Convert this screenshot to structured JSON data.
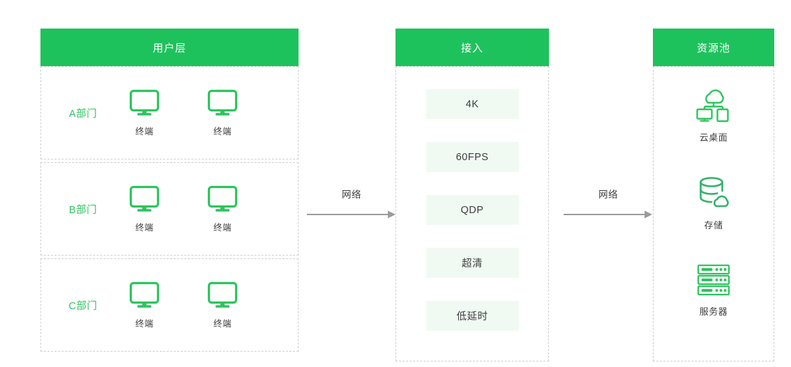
{
  "colors": {
    "brand_green": "#1ec25c",
    "icon_green": "#2fc45f",
    "pill_bg": "#f0faf3",
    "dashed_border": "#cfcfcf",
    "arrow_grey": "#9b9b9b",
    "text_dark": "#3d3d3d"
  },
  "user_layer": {
    "header": "用户层",
    "departments": [
      {
        "name": "A部门",
        "terminals": [
          {
            "icon": "monitor-icon",
            "label": "终端"
          },
          {
            "icon": "monitor-icon",
            "label": "终端"
          }
        ]
      },
      {
        "name": "B部门",
        "terminals": [
          {
            "icon": "monitor-icon",
            "label": "终端"
          },
          {
            "icon": "monitor-icon",
            "label": "终端"
          }
        ]
      },
      {
        "name": "C部门",
        "terminals": [
          {
            "icon": "monitor-icon",
            "label": "终端"
          },
          {
            "icon": "monitor-icon",
            "label": "终端"
          }
        ]
      }
    ]
  },
  "access_layer": {
    "header": "接入",
    "capabilities": [
      {
        "label": "4K"
      },
      {
        "label": "60FPS"
      },
      {
        "label": "QDP"
      },
      {
        "label": "超清"
      },
      {
        "label": "低延时"
      }
    ]
  },
  "resource_pool": {
    "header": "资源池",
    "resources": [
      {
        "icon": "cloud-desktop-icon",
        "label": "云桌面"
      },
      {
        "icon": "cloud-storage-icon",
        "label": "存储"
      },
      {
        "icon": "server-rack-icon",
        "label": "服务器"
      }
    ]
  },
  "connectors": [
    {
      "label": "网络",
      "icon": "arrow-right-icon"
    },
    {
      "label": "网络",
      "icon": "arrow-right-icon"
    }
  ]
}
